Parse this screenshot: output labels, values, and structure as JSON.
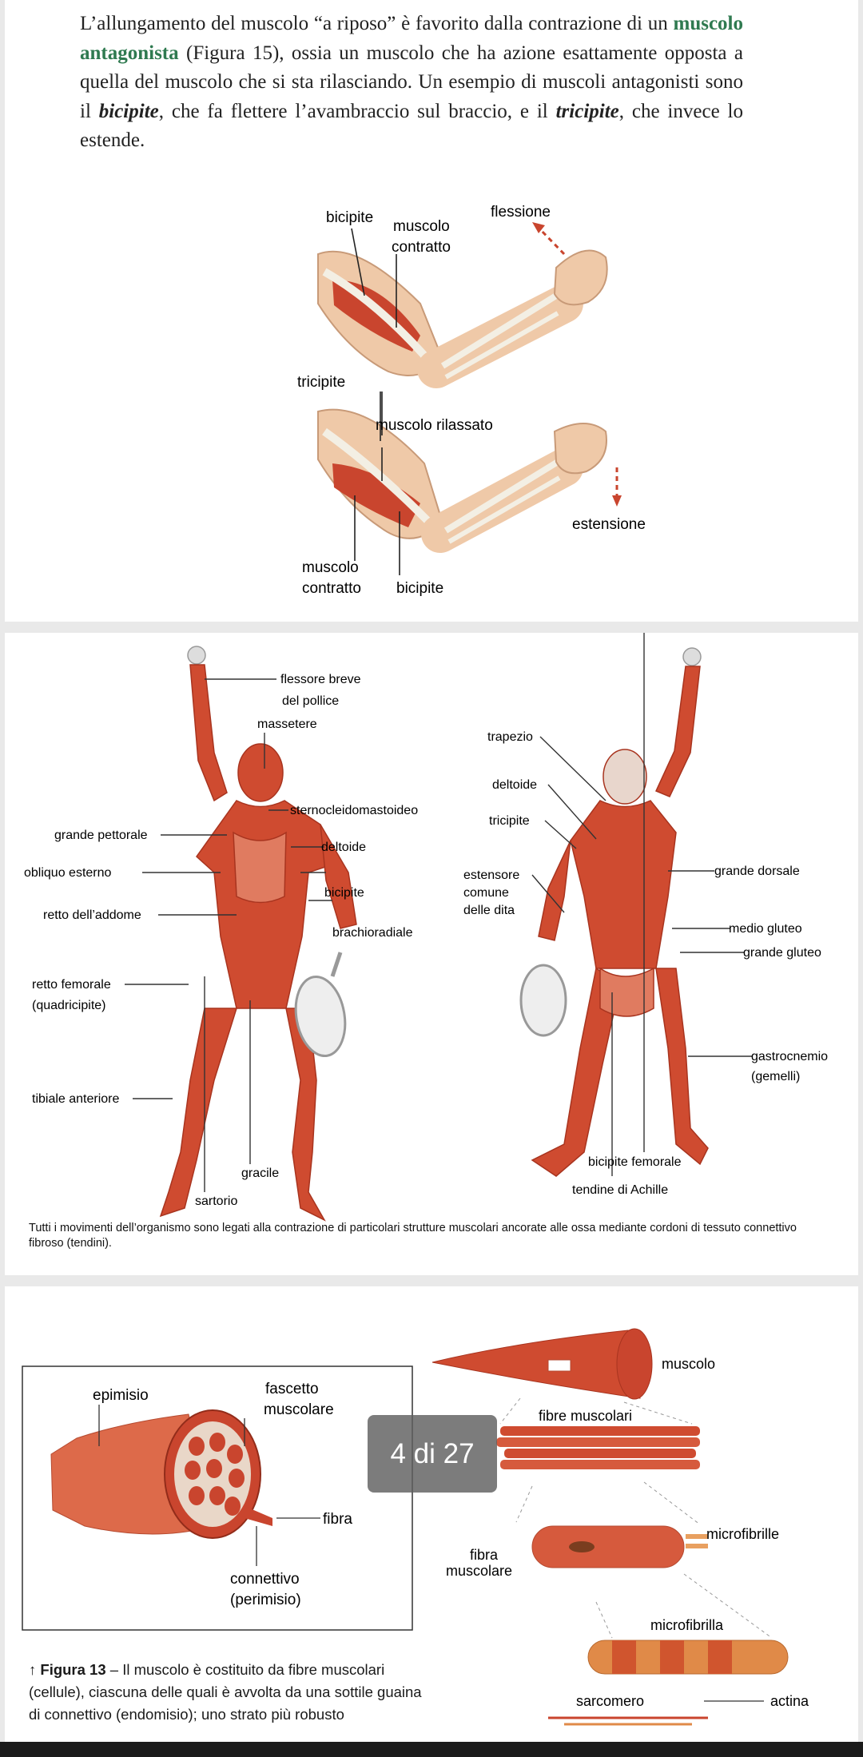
{
  "paragraph": {
    "t1": "L’allungamento del muscolo “a riposo” è favorito dalla contrazione di un ",
    "term1": "muscolo antagonista",
    "t2": " (Figura 15), ossia un muscolo che ha azione esattamente opposta a quella del muscolo che si sta rilasciando. Un esempio di muscoli antagonisti sono il ",
    "term2": "bicipite",
    "t3": ", che fa flettere l’avambraccio sul braccio, e il ",
    "term3": "tricipite",
    "t4": ", che invece lo estende."
  },
  "figure_arm": {
    "bicipite_top": "bicipite",
    "muscolo_top": "muscolo",
    "contratto_top": "contratto",
    "flessione": "flessione",
    "tricipite": "tricipite",
    "muscolo_rilassato": "muscolo rilassato",
    "estensione": "estensione",
    "muscolo_bottom": "muscolo",
    "contratto_bottom": "contratto",
    "bicipite_bottom": "bicipite"
  },
  "figure_body": {
    "front_labels": {
      "flessore_1": "flessore breve",
      "flessore_2": "del pollice",
      "massetere": "massetere",
      "sternocleidomastoideo": "sternocleidomastoideo",
      "grande_pettorale": "grande pettorale",
      "deltoide": "deltoide",
      "obliquo_esterno": "obliquo esterno",
      "bicipite": "bicipite",
      "retto_addome": "retto dell’addome",
      "brachioradiale": "brachioradiale",
      "retto_femorale": "retto femorale",
      "quadricipite": "(quadricipite)",
      "tibiale_anteriore": "tibiale anteriore",
      "gracile": "gracile",
      "sartorio": "sartorio"
    },
    "back_labels": {
      "trapezio": "trapezio",
      "deltoide": "deltoide",
      "tricipite": "tricipite",
      "estensore_1": "estensore",
      "estensore_2": "comune",
      "estensore_3": "delle dita",
      "grande_dorsale": "grande dorsale",
      "medio_gluteo": "medio gluteo",
      "grande_gluteo": "grande gluteo",
      "gastrocnemio": "gastrocnemio",
      "gemelli": "(gemelli)",
      "bicipite_femorale": "bicipite femorale",
      "tendine_achille": "tendine di Achille"
    },
    "caption": "Tutti i movimenti dell’organismo sono legati alla contrazione di particolari strutture muscolari ancorate alle ossa mediante cordoni di tessuto connettivo fibroso (tendini)."
  },
  "figure_muscle": {
    "epimisio": "epimisio",
    "fascetto_1": "fascetto",
    "fascetto_2": "muscolare",
    "fibra": "fibra",
    "connettivo_1": "connettivo",
    "connettivo_2": "(perimisio)",
    "muscolo": "muscolo",
    "fibre_muscolari": "fibre muscolari",
    "microfibrille": "microfibrille",
    "fibra_musc_1": "fibra",
    "fibra_musc_2": "muscolare",
    "microfibrilla": "microfibrilla",
    "sarcomero": "sarcomero",
    "actina": "actina",
    "caption_marker": "↑",
    "caption_title": "Figura 13",
    "caption_text": " – Il muscolo è costituito da fibre muscolari (cellule), ciascuna delle quali è avvolta da una sottile guaina di connettivo (endomisio); uno strato più robusto"
  },
  "page_indicator": "4 di 27",
  "colors": {
    "muscle": "#c9452e",
    "muscle_light": "#e3826b",
    "accent_green": "#2f7a50"
  }
}
